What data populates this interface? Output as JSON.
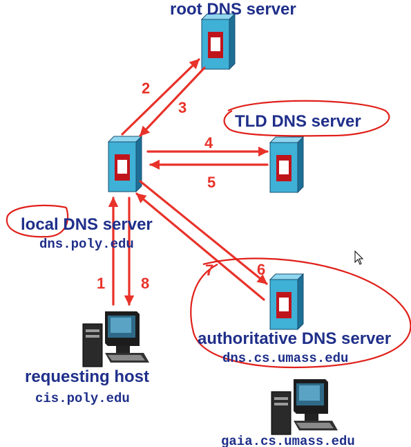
{
  "labels": {
    "root": "root DNS server",
    "tld": "TLD DNS server",
    "local": "local DNS server",
    "local_host": "dns.poly.edu",
    "authoritative": "authoritative DNS server",
    "auth_host": "dns.cs.umass.edu",
    "requesting": "requesting host",
    "req_host": "cis.poly.edu",
    "gaia_host": "gaia.cs.umass.edu"
  },
  "steps": [
    "1",
    "2",
    "3",
    "4",
    "5",
    "6",
    "7",
    "8"
  ],
  "colors": {
    "arrow": "#e8322a",
    "annotation": "#e0201a",
    "label": "#1f2f8a",
    "server_front": "#3fb0d6",
    "server_side": "#1d6f96",
    "server_top": "#8fd6ee",
    "server_slot": "#c0141b"
  },
  "icons": {
    "server": "server-tower-icon",
    "host": "desktop-computer-icon",
    "cursor": "mouse-pointer-icon"
  }
}
